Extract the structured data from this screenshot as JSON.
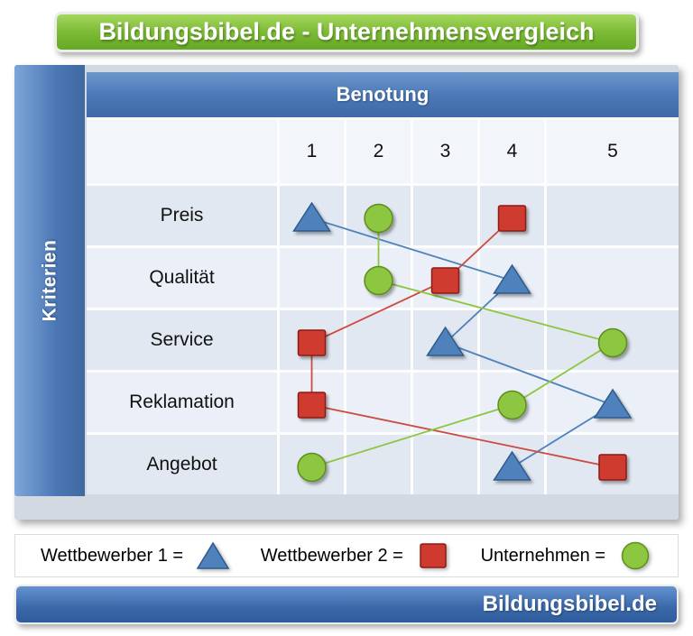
{
  "header": {
    "title": "Bildungsbibel.de - Unternehmensvergleich"
  },
  "table": {
    "col_group_label": "Benotung",
    "row_group_label": "Kriterien",
    "columns": [
      "1",
      "2",
      "3",
      "4",
      "5"
    ],
    "rows": [
      "Preis",
      "Qualität",
      "Service",
      "Reklamation",
      "Angebot"
    ]
  },
  "chart_data": {
    "type": "scatter",
    "title": "Bildungsbibel.de - Unternehmensvergleich",
    "xlabel": "Benotung",
    "ylabel": "Kriterien",
    "x_ticks": [
      1,
      2,
      3,
      4,
      5
    ],
    "categories": [
      "Preis",
      "Qualität",
      "Service",
      "Reklamation",
      "Angebot"
    ],
    "xlim": [
      1,
      5
    ],
    "grid": true,
    "legend_position": "bottom",
    "series": [
      {
        "name": "Wettbewerber 1",
        "marker": "triangle",
        "fill": "#4f81bd",
        "stroke": "#2f5a8c",
        "line": "#4f81bd",
        "values": [
          1,
          4,
          3,
          5,
          4
        ]
      },
      {
        "name": "Wettbewerber 2",
        "marker": "square",
        "fill": "#cf3a2e",
        "stroke": "#8a1d16",
        "line": "#cd4b40",
        "values": [
          4,
          3,
          1,
          1,
          5
        ]
      },
      {
        "name": "Unternehmen",
        "marker": "circle",
        "fill": "#8dc63f",
        "stroke": "#5d8e1f",
        "line": "#8dc63f",
        "values": [
          2,
          2,
          5,
          4,
          1
        ]
      }
    ]
  },
  "legend": {
    "items": [
      {
        "label": "Wettbewerber 1 =",
        "marker": "triangle",
        "series": "Wettbewerber 1"
      },
      {
        "label": "Wettbewerber 2 =",
        "marker": "square",
        "series": "Wettbewerber 2"
      },
      {
        "label": "Unternehmen =",
        "marker": "circle",
        "series": "Unternehmen"
      }
    ]
  },
  "footer": {
    "brand": "Bildungsbibel.de"
  },
  "colors": {
    "banner_green": "#76b82a",
    "banner_blue": "#3a67a8",
    "table_header_blue": "#4a77b5",
    "panel_gray": "#d3d9e3",
    "row_shade_a": "#e2e8f2",
    "row_shade_b": "#ebeff7"
  }
}
